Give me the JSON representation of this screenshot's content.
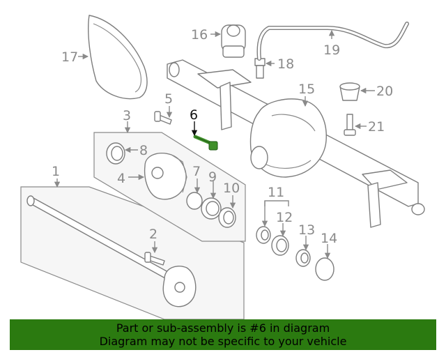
{
  "callouts": [
    "1",
    "2",
    "3",
    "4",
    "5",
    "6",
    "7",
    "8",
    "9",
    "10",
    "11",
    "12",
    "13",
    "14",
    "15",
    "16",
    "17",
    "18",
    "19",
    "20",
    "21"
  ],
  "highlighted": "6",
  "colors": {
    "banner": "#2b7a10",
    "highlight_part": "#3f8f2a",
    "line": "#7d7d7d"
  },
  "banner": {
    "line1": "Part or sub-assembly is #6 in diagram",
    "line2": "Diagram may not be specific to your vehicle"
  }
}
